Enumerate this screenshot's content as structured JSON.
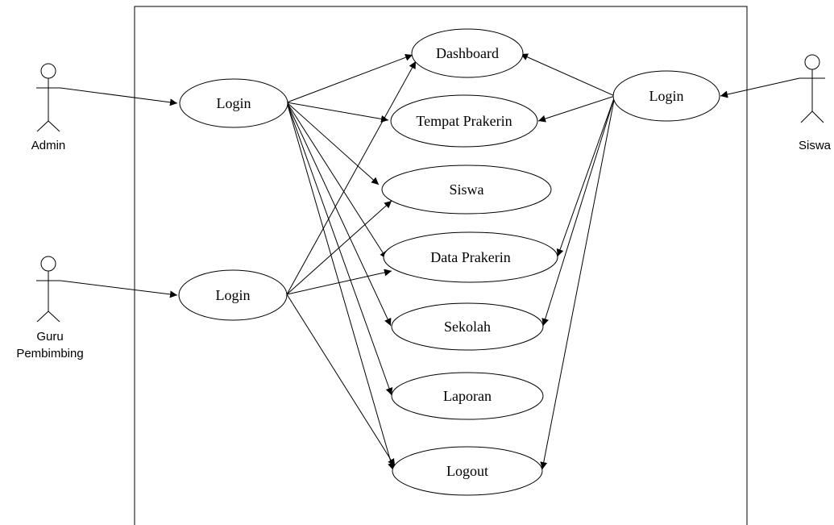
{
  "actors": {
    "admin": {
      "label": "Admin"
    },
    "guru": {
      "label_line1": "Guru",
      "label_line2": "Pembimbing"
    },
    "siswa": {
      "label": "Siswa"
    }
  },
  "use_cases": {
    "login_admin": "Login",
    "login_guru": "Login",
    "login_siswa": "Login",
    "dashboard": "Dashboard",
    "tempat_prakerin": "Tempat Prakerin",
    "siswa": "Siswa",
    "data_prakerin": "Data Prakerin",
    "sekolah": "Sekolah",
    "laporan": "Laporan",
    "logout": "Logout"
  }
}
